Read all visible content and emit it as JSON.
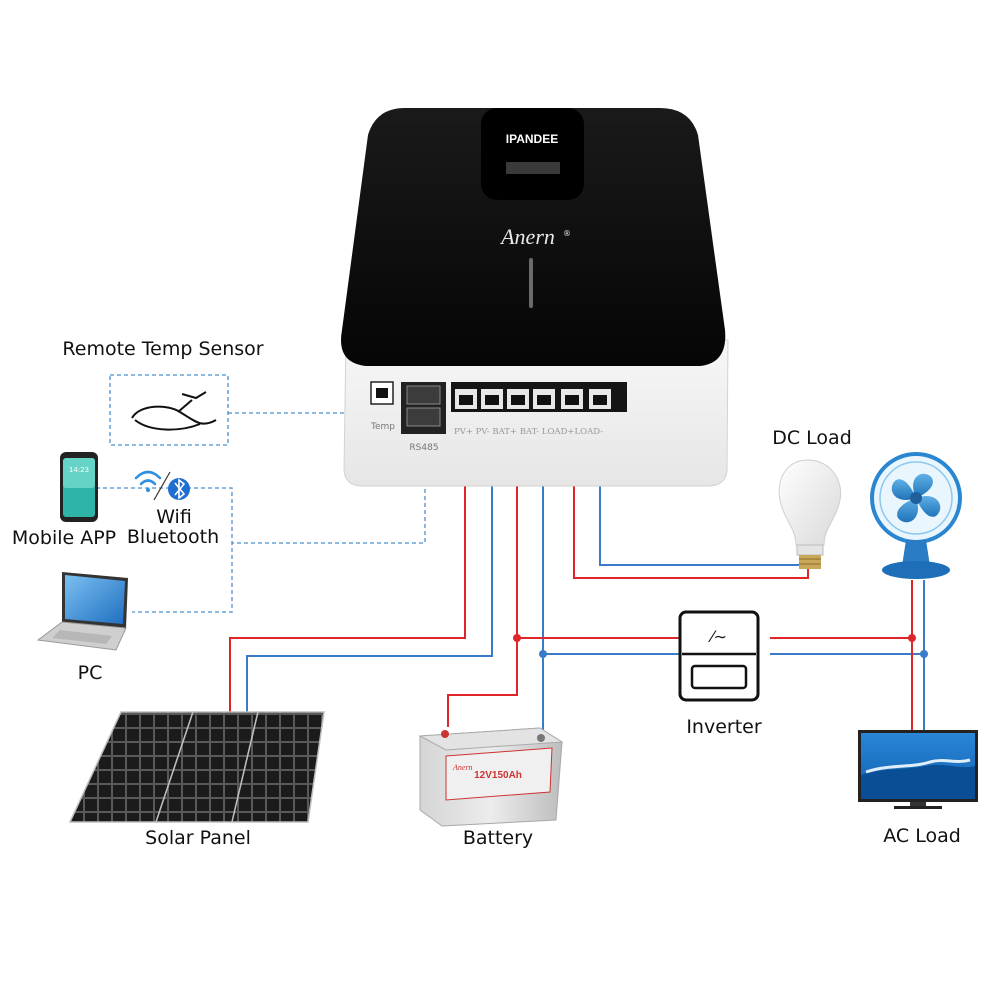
{
  "controller": {
    "brand_top": "IPANDEE",
    "logo_text": "Anern",
    "logo_mark": "®",
    "ports": {
      "temp": "Temp",
      "rs485": "RS485",
      "terminal_row": "PV+  PV-  BAT+  BAT-  LOAD+LOAD-"
    }
  },
  "labels": {
    "remote_temp_sensor": "Remote Temp Sensor",
    "mobile_app": "Mobile APP",
    "wifi": "Wifi",
    "bluetooth": "Bluetooth",
    "pc": "PC",
    "dc_load": "DC Load",
    "solar_panel": "Solar Panel",
    "battery": "Battery",
    "inverter": "Inverter",
    "ac_load": "AC Load"
  },
  "phone": {
    "clock": "14:23"
  },
  "battery": {
    "capacity": "12V150Ah",
    "logo": "Anern"
  },
  "colors": {
    "positive_wire": "#e0252a",
    "negative_wire": "#3a7cc9",
    "dashed_link": "#4b8fd1",
    "controller_top": "#0e0e0e"
  }
}
